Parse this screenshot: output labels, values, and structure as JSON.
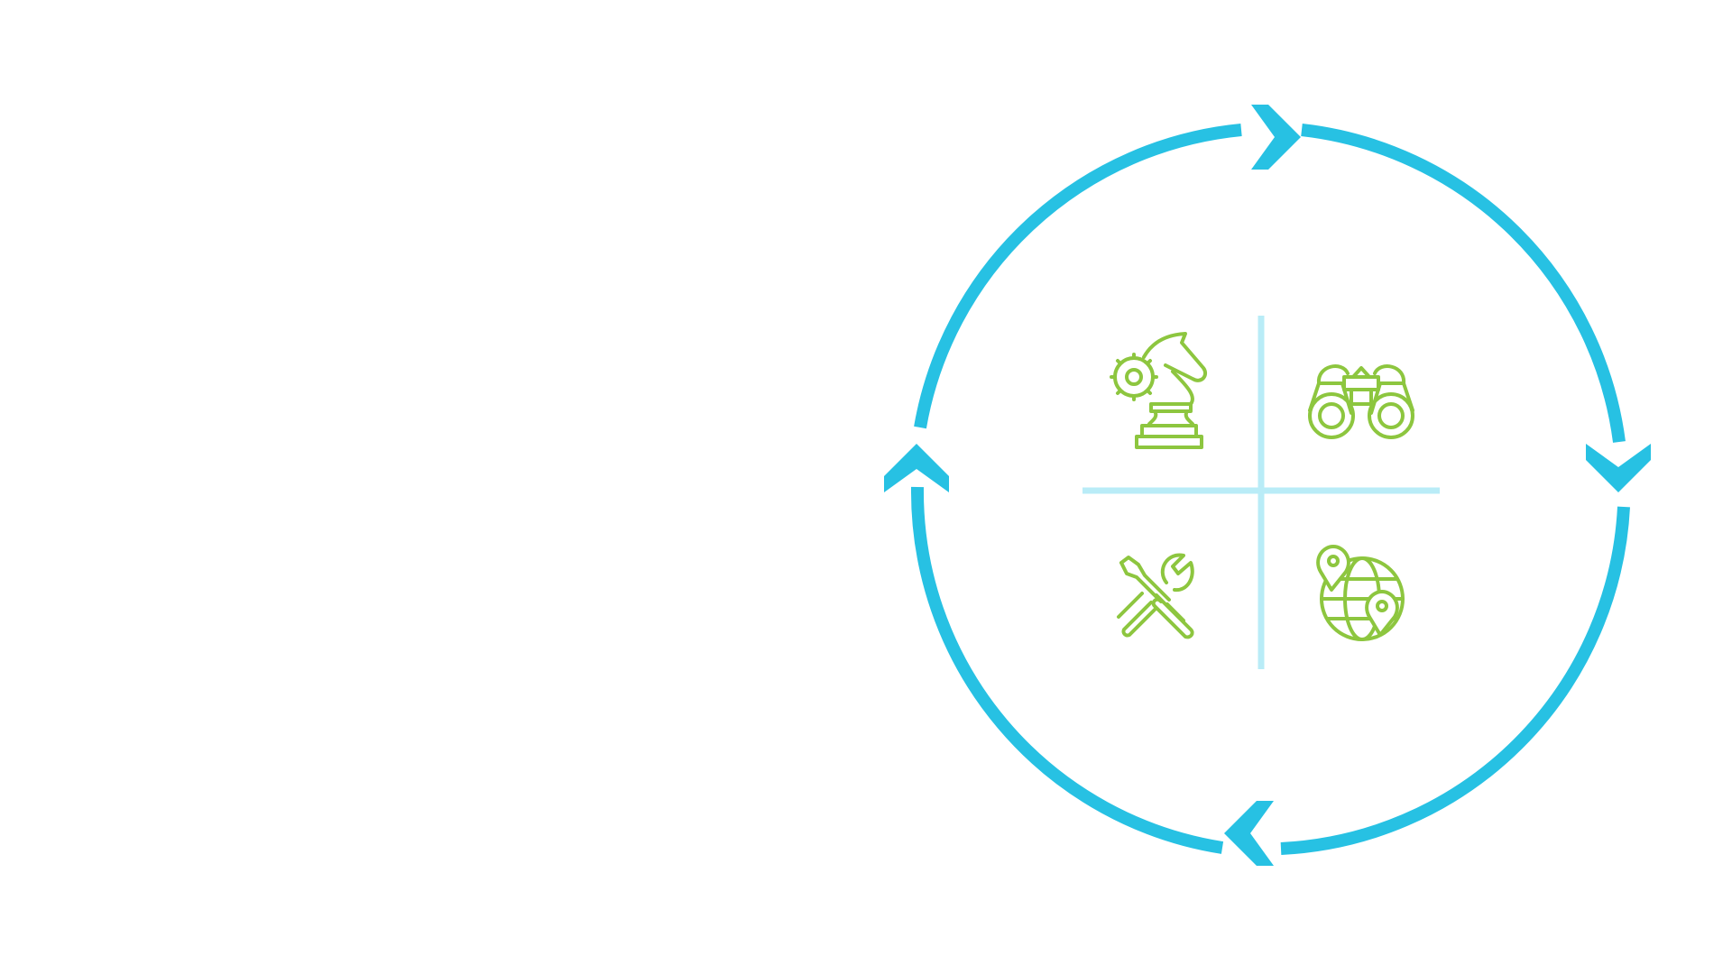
{
  "colors": {
    "ring": "#27c1e3",
    "divider": "#b9ecf7",
    "icon": "#8dc63f",
    "background": "#ffffff"
  },
  "arrows": [
    "right",
    "down",
    "left",
    "up"
  ],
  "quadrants": [
    {
      "icon": "chess-knight-gear-icon"
    },
    {
      "icon": "binoculars-icon"
    },
    {
      "icon": "screwdriver-wrench-icon"
    },
    {
      "icon": "globe-location-pin-icon"
    }
  ]
}
